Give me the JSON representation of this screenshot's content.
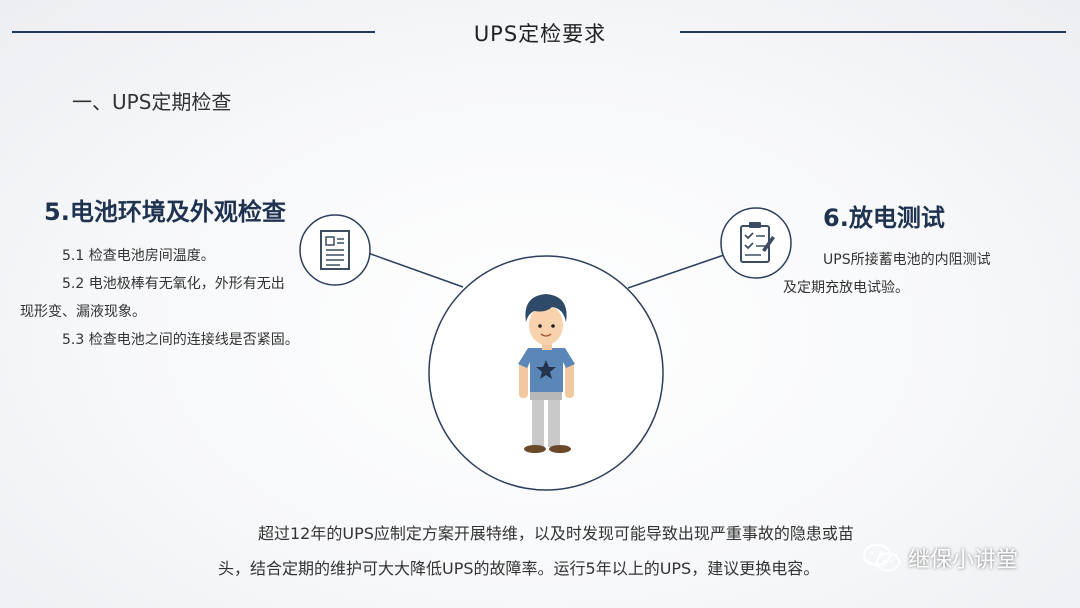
{
  "header": {
    "title": "UPS定检要求"
  },
  "section": {
    "title": "一、UPS定期检查"
  },
  "left": {
    "heading": "5.电池环境及外观检查",
    "item1": "5.1  检查电池房间温度。",
    "item2_line1": "5.2  电池极棒有无氧化，外形有无出",
    "item2_line2": "现形变、漏液现象。",
    "item3": "5.3  检查电池之间的连接线是否紧固。"
  },
  "right": {
    "heading": "6.放电测试",
    "line1": "UPS所接蓄电池的内阻测试",
    "line2": "及定期充放电试验。"
  },
  "bottom": {
    "line1": "超过12年的UPS应制定方案开展特维，以及时发现可能导致出现严重事故的隐患或苗",
    "line2": "头，结合定期的维护可大大降低UPS的故障率。运行5年以上的UPS，建议更换电容。"
  },
  "watermark": {
    "text": "继保小讲堂",
    "icon": "wechat-icon"
  },
  "icons": {
    "left": "document-icon",
    "right": "checklist-icon",
    "center": "person-illustration"
  },
  "colors": {
    "navy": "#1f3350",
    "line": "#23375a",
    "shirt": "#5b87b8",
    "hair": "#2f4a68"
  }
}
